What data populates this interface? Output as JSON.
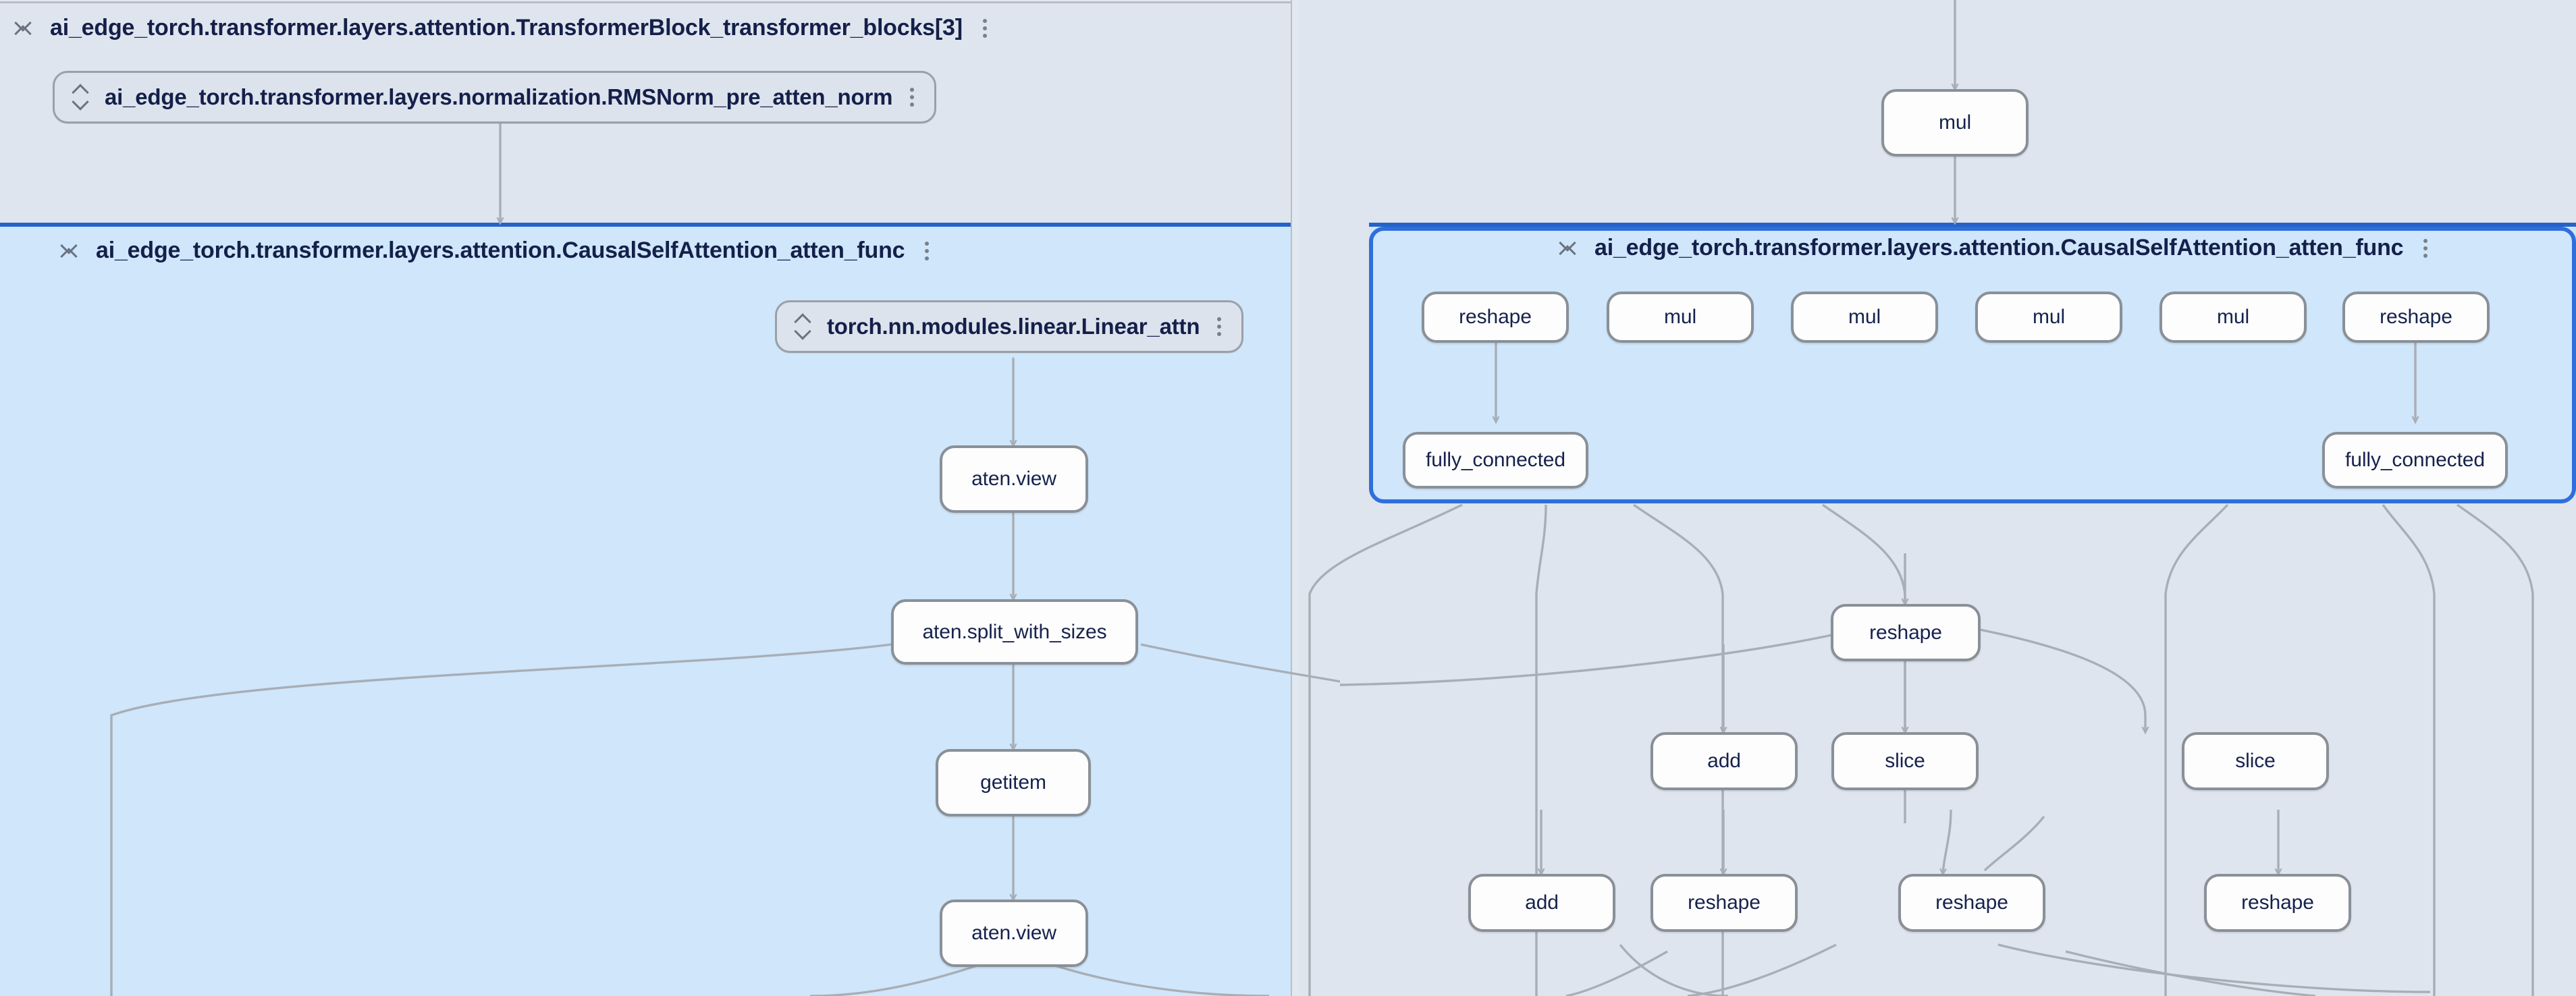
{
  "app": {
    "kind": "model-graph-explorer",
    "background_color": "#e2e8f0",
    "panel_color": "#dfe5ee",
    "selected_panel_color": "#cfe6fb",
    "selected_border_color": "#2563c9",
    "node_fill": "#fdfdfd",
    "node_border": "#8a9097",
    "text_color": "#16224d",
    "edge_color": "#a8aeb6"
  },
  "icons": {
    "collapse": "collapse-chevrons-icon",
    "expand": "expand-chevrons-icon",
    "menu": "more-vert-icon"
  },
  "left_panel": {
    "group_header": {
      "label": "ai_edge_torch.transformer.layers.attention.TransformerBlock_transformer_blocks[3]",
      "collapse_icon": "collapse-chevrons-icon",
      "menu_icon": "more-vert-icon"
    },
    "module_pill": {
      "label": "ai_edge_torch.transformer.layers.normalization.RMSNorm_pre_atten_norm",
      "expand_icon": "expand-chevrons-icon",
      "menu_icon": "more-vert-icon"
    },
    "selected_group": {
      "label": "ai_edge_torch.transformer.layers.attention.CausalSelfAttention_atten_func",
      "collapse_icon": "collapse-chevrons-icon",
      "menu_icon": "more-vert-icon"
    },
    "inner_module_pill": {
      "label": "torch.nn.modules.linear.Linear_attn",
      "expand_icon": "expand-chevrons-icon",
      "menu_icon": "more-vert-icon"
    },
    "nodes": [
      {
        "id": "l-view-1",
        "label": "aten.view"
      },
      {
        "id": "l-split",
        "label": "aten.split_with_sizes"
      },
      {
        "id": "l-getitem",
        "label": "getitem"
      },
      {
        "id": "l-view-2",
        "label": "aten.view"
      }
    ]
  },
  "right_panel": {
    "top_node": {
      "id": "r-mul-top",
      "label": "mul"
    },
    "selected_group": {
      "label": "ai_edge_torch.transformer.layers.attention.CausalSelfAttention_atten_func",
      "collapse_icon": "collapse-chevrons-icon",
      "menu_icon": "more-vert-icon"
    },
    "box_nodes_row1": [
      {
        "id": "r-reshape-a",
        "label": "reshape"
      },
      {
        "id": "r-mul-1",
        "label": "mul"
      },
      {
        "id": "r-mul-2",
        "label": "mul"
      },
      {
        "id": "r-mul-3",
        "label": "mul"
      },
      {
        "id": "r-mul-4",
        "label": "mul"
      },
      {
        "id": "r-reshape-b",
        "label": "reshape"
      }
    ],
    "box_nodes_row2": [
      {
        "id": "r-fc-1",
        "label": "fully_connected"
      },
      {
        "id": "r-fc-2",
        "label": "fully_connected"
      }
    ],
    "below_nodes_row1": [
      {
        "id": "r-reshape-c",
        "label": "reshape"
      }
    ],
    "below_nodes_row2": [
      {
        "id": "r-add-1",
        "label": "add"
      },
      {
        "id": "r-slice-1",
        "label": "slice"
      },
      {
        "id": "r-slice-2",
        "label": "slice"
      }
    ],
    "below_nodes_row3": [
      {
        "id": "r-add-2",
        "label": "add"
      },
      {
        "id": "r-reshape-d",
        "label": "reshape"
      },
      {
        "id": "r-reshape-e",
        "label": "reshape"
      },
      {
        "id": "r-reshape-f",
        "label": "reshape"
      }
    ]
  }
}
